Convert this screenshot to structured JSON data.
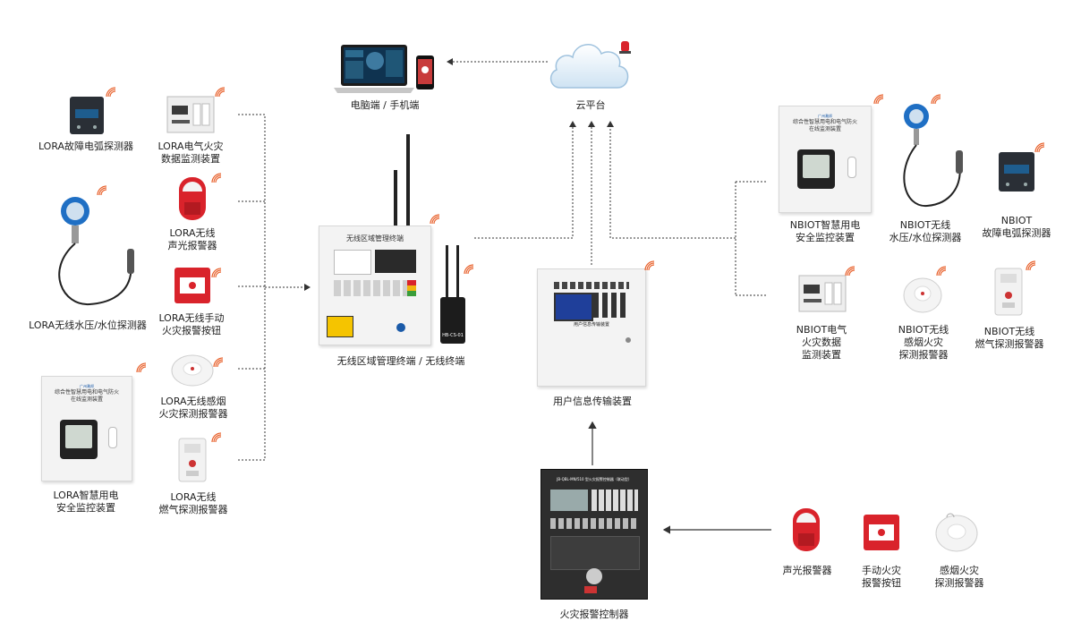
{
  "labels": {
    "pc_phone": "电脑端 / 手机端",
    "cloud": "云平台",
    "lora_arc": "LORA故障电弧探测器",
    "lora_elec": [
      "LORA电气火灾",
      "数据监测装置"
    ],
    "lora_alarm": [
      "LORA无线",
      "声光报警器"
    ],
    "lora_water": "LORA无线水压/水位探测器",
    "lora_button": [
      "LORA无线手动",
      "火灾报警按钮"
    ],
    "lora_smoke": [
      "LORA无线感烟",
      "火灾探测报警器"
    ],
    "lora_smart": [
      "LORA智慧用电",
      "安全监控装置"
    ],
    "lora_gas": [
      "LORA无线",
      "燃气探测报警器"
    ],
    "terminal": "无线区域管理终端 / 无线终端",
    "uitd": "用户信息传输装置",
    "fire_ctrl": "火灾报警控制器",
    "alarm": "声光报警器",
    "button": [
      "手动火灾",
      "报警按钮"
    ],
    "smoke": [
      "感烟火灾",
      "探测报警器"
    ],
    "nb_smart": [
      "NBIOT智慧用电",
      "安全监控装置"
    ],
    "nb_water": [
      "NBIOT无线",
      "水压/水位探测器"
    ],
    "nb_arc": [
      "NBIOT",
      "故障电弧探测器"
    ],
    "nb_elec": [
      "NBIOT电气",
      "火灾数据",
      "监测装置"
    ],
    "nb_smoke": [
      "NBIOT无线",
      "感烟火灾",
      "探测报警器"
    ],
    "nb_gas": [
      "NBIOT无线",
      "燃气探测报警器"
    ]
  },
  "devices": {
    "terminal_screen_title": "无线区域管理终端",
    "terminal_model": "HB-CS-01",
    "panel_brand": "广州瀚邦",
    "panel_title": [
      "综合性智慧用电和电气防火",
      "在线监测装置"
    ],
    "uitd_caption": "用户信息传输装置",
    "fire_ctrl_title": "JB-QBL-MN/510 型火灾报警控制器（联动型）"
  },
  "colors": {
    "wire": "#333333",
    "wifi": "#e8612c",
    "alarm_red": "#d9232b",
    "probe_blue": "#1f6fc4"
  }
}
